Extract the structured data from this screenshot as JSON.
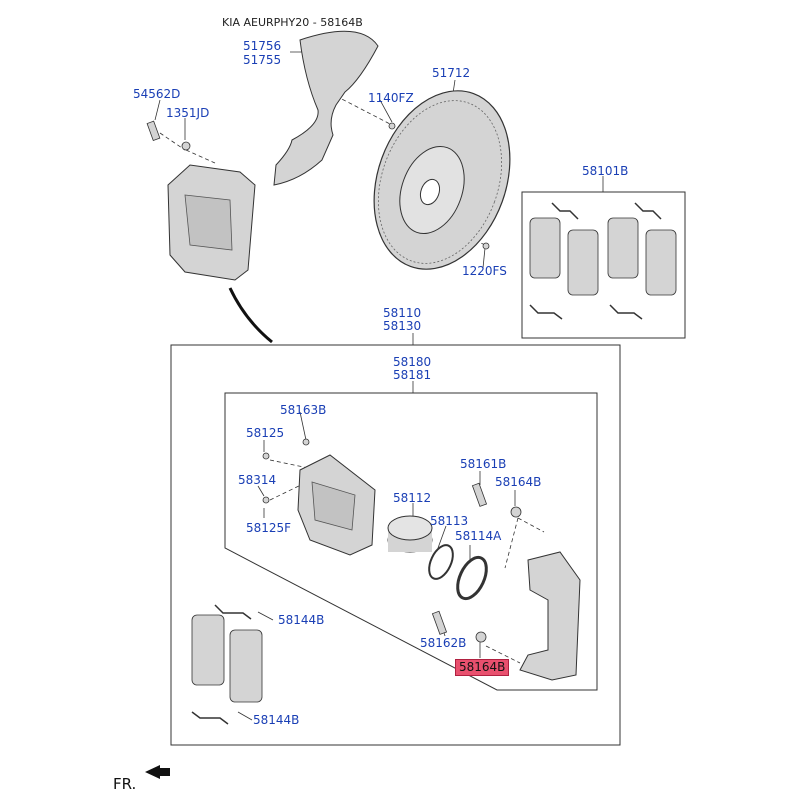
{
  "header": {
    "title": "KIA AEURPHY20 - 58164B"
  },
  "labels": {
    "p51756": "51756",
    "p51755": "51755",
    "p54562D": "54562D",
    "p1351JD": "1351JD",
    "p1140FZ": "1140FZ",
    "p51712": "51712",
    "p1220FS": "1220FS",
    "p58101B": "58101B",
    "p58110": "58110",
    "p58130": "58130",
    "p58180": "58180",
    "p58181": "58181",
    "p58163B": "58163B",
    "p58125": "58125",
    "p58314": "58314",
    "p58125F": "58125F",
    "p58112": "58112",
    "p58113": "58113",
    "p58114A": "58114A",
    "p58161B": "58161B",
    "p58164B_top": "58164B",
    "p58162B": "58162B",
    "p58164B_hl": "58164B",
    "p58144B_top": "58144B",
    "p58144B_bot": "58144B"
  },
  "footer": {
    "direction": "FR."
  },
  "colors": {
    "label": "#1a3fb5",
    "highlight": "#e8506e",
    "part_fill": "#d4d4d4",
    "outline": "#333333"
  }
}
